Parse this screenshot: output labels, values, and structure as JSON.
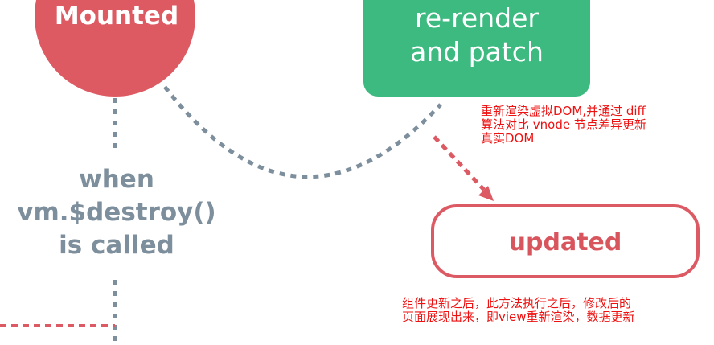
{
  "nodes": {
    "mounted": {
      "label": "Mounted"
    },
    "rerender": {
      "line1": "re-render",
      "line2": "and patch"
    },
    "updated": {
      "label": "updated"
    }
  },
  "transition": {
    "line1": "when",
    "line2": "vm.$destroy()",
    "line3": "is called"
  },
  "annotations": {
    "rerender": {
      "line1": "重新渲染虚拟DOM,并通过 diff",
      "line2": "算法对比 vnode 节点差异更新",
      "line3": "真实DOM"
    },
    "updated": {
      "line1": "组件更新之后，此方法执行之后，修改后的",
      "line2": "页面展现出来，即view重新渲染，数据更新"
    }
  },
  "colors": {
    "mounted_fill": "#dd5a63",
    "rerender_fill": "#3dba80",
    "updated_stroke": "#dc5a63",
    "connector_gray": "#7d8e9c",
    "connector_red": "#dc5a63",
    "annotation_red": "#ee1111"
  }
}
